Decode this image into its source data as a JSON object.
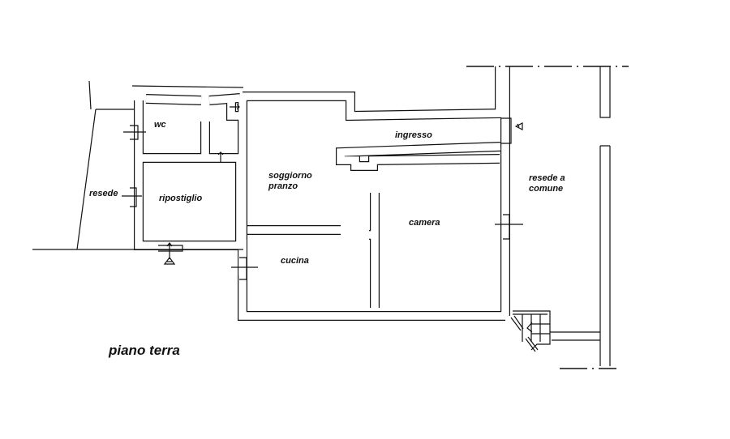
{
  "plan": {
    "title": "piano terra",
    "rooms": {
      "wc": "wc",
      "ripostiglio": "ripostiglio",
      "resede": "resede",
      "soggiorno_line1": "soggiorno",
      "soggiorno_line2": "pranzo",
      "ingresso": "ingresso",
      "camera": "camera",
      "cucina": "cucina",
      "resede_comune_line1": "resede a",
      "resede_comune_line2": "comune"
    }
  }
}
